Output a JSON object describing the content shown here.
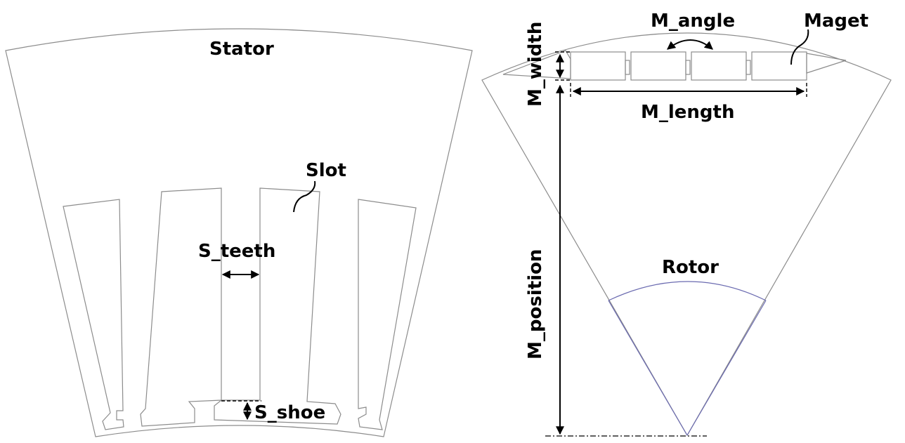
{
  "labels": {
    "stator": "Stator",
    "slot": "Slot",
    "s_teeth": "S_teeth",
    "s_shoe": "S_shoe",
    "m_width": "M_width",
    "m_angle": "M_angle",
    "maget": "Maget",
    "m_length": "M_length",
    "m_position": "M_position",
    "rotor": "Rotor"
  }
}
